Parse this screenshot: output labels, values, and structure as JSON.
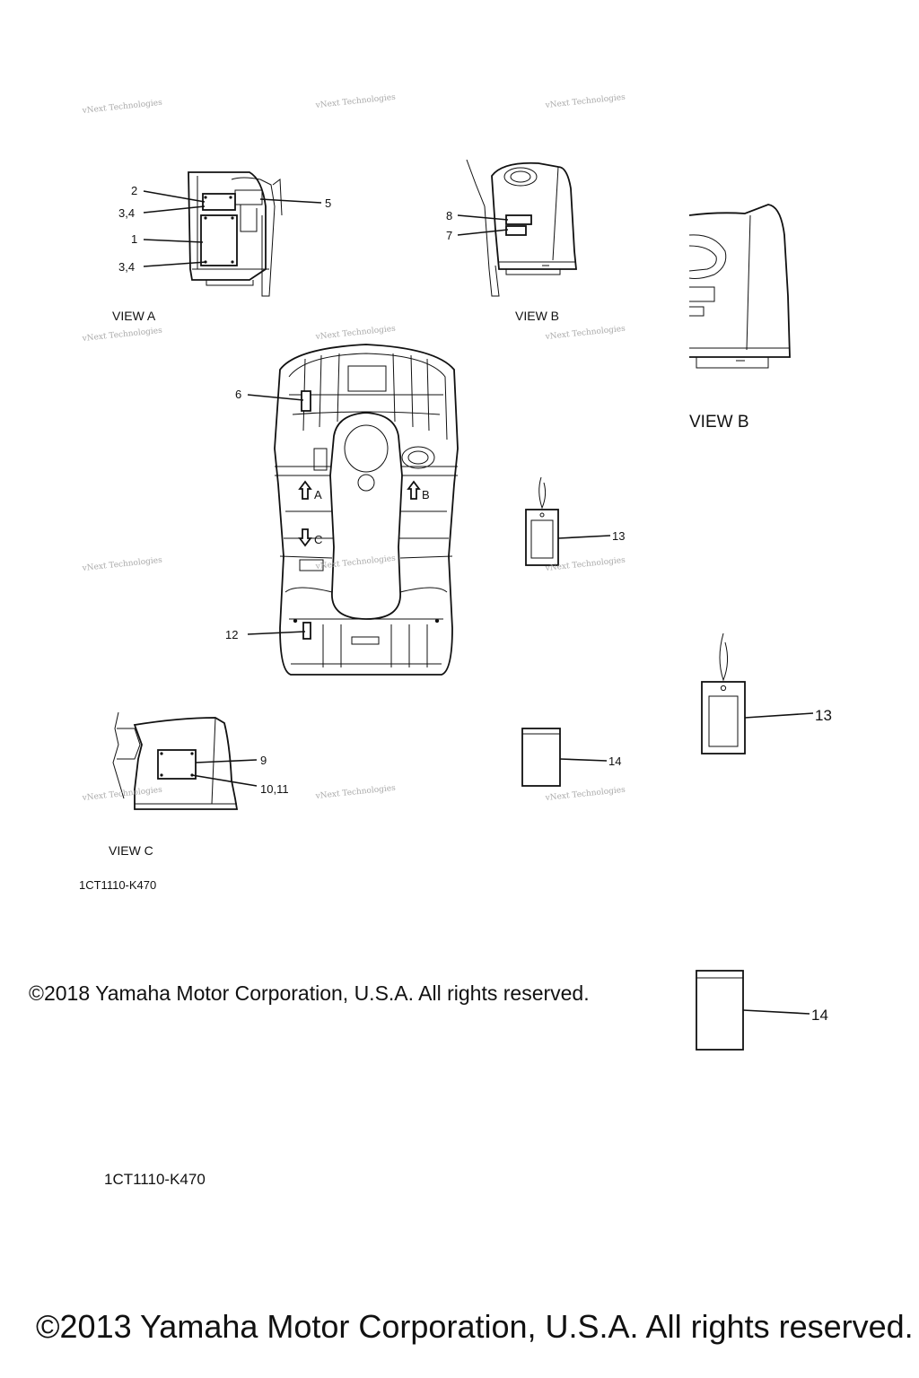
{
  "watermark": "vNext Technologies",
  "views": {
    "a": "VIEW A",
    "b": "VIEW B",
    "c": "VIEW C",
    "b_large": "VIEW B"
  },
  "callouts": {
    "c2": "2",
    "c34_top": "3,4",
    "c1": "1",
    "c34_bottom": "3,4",
    "c5": "5",
    "c8": "8",
    "c7": "7",
    "c6": "6",
    "c12": "12",
    "c13": "13",
    "c14": "14",
    "c9": "9",
    "c1011": "10,11",
    "c13_large": "13",
    "c14_large": "14"
  },
  "arrows": {
    "a": "A",
    "b": "B",
    "c": "C"
  },
  "part_code": "1CT1110-K470",
  "part_code_large": "1CT1110-K470",
  "copyright_small": "©2018 Yamaha Motor Corporation, U.S.A. All rights reserved.",
  "copyright_large": "©2013 Yamaha Motor Corporation, U.S.A. All rights reserved."
}
